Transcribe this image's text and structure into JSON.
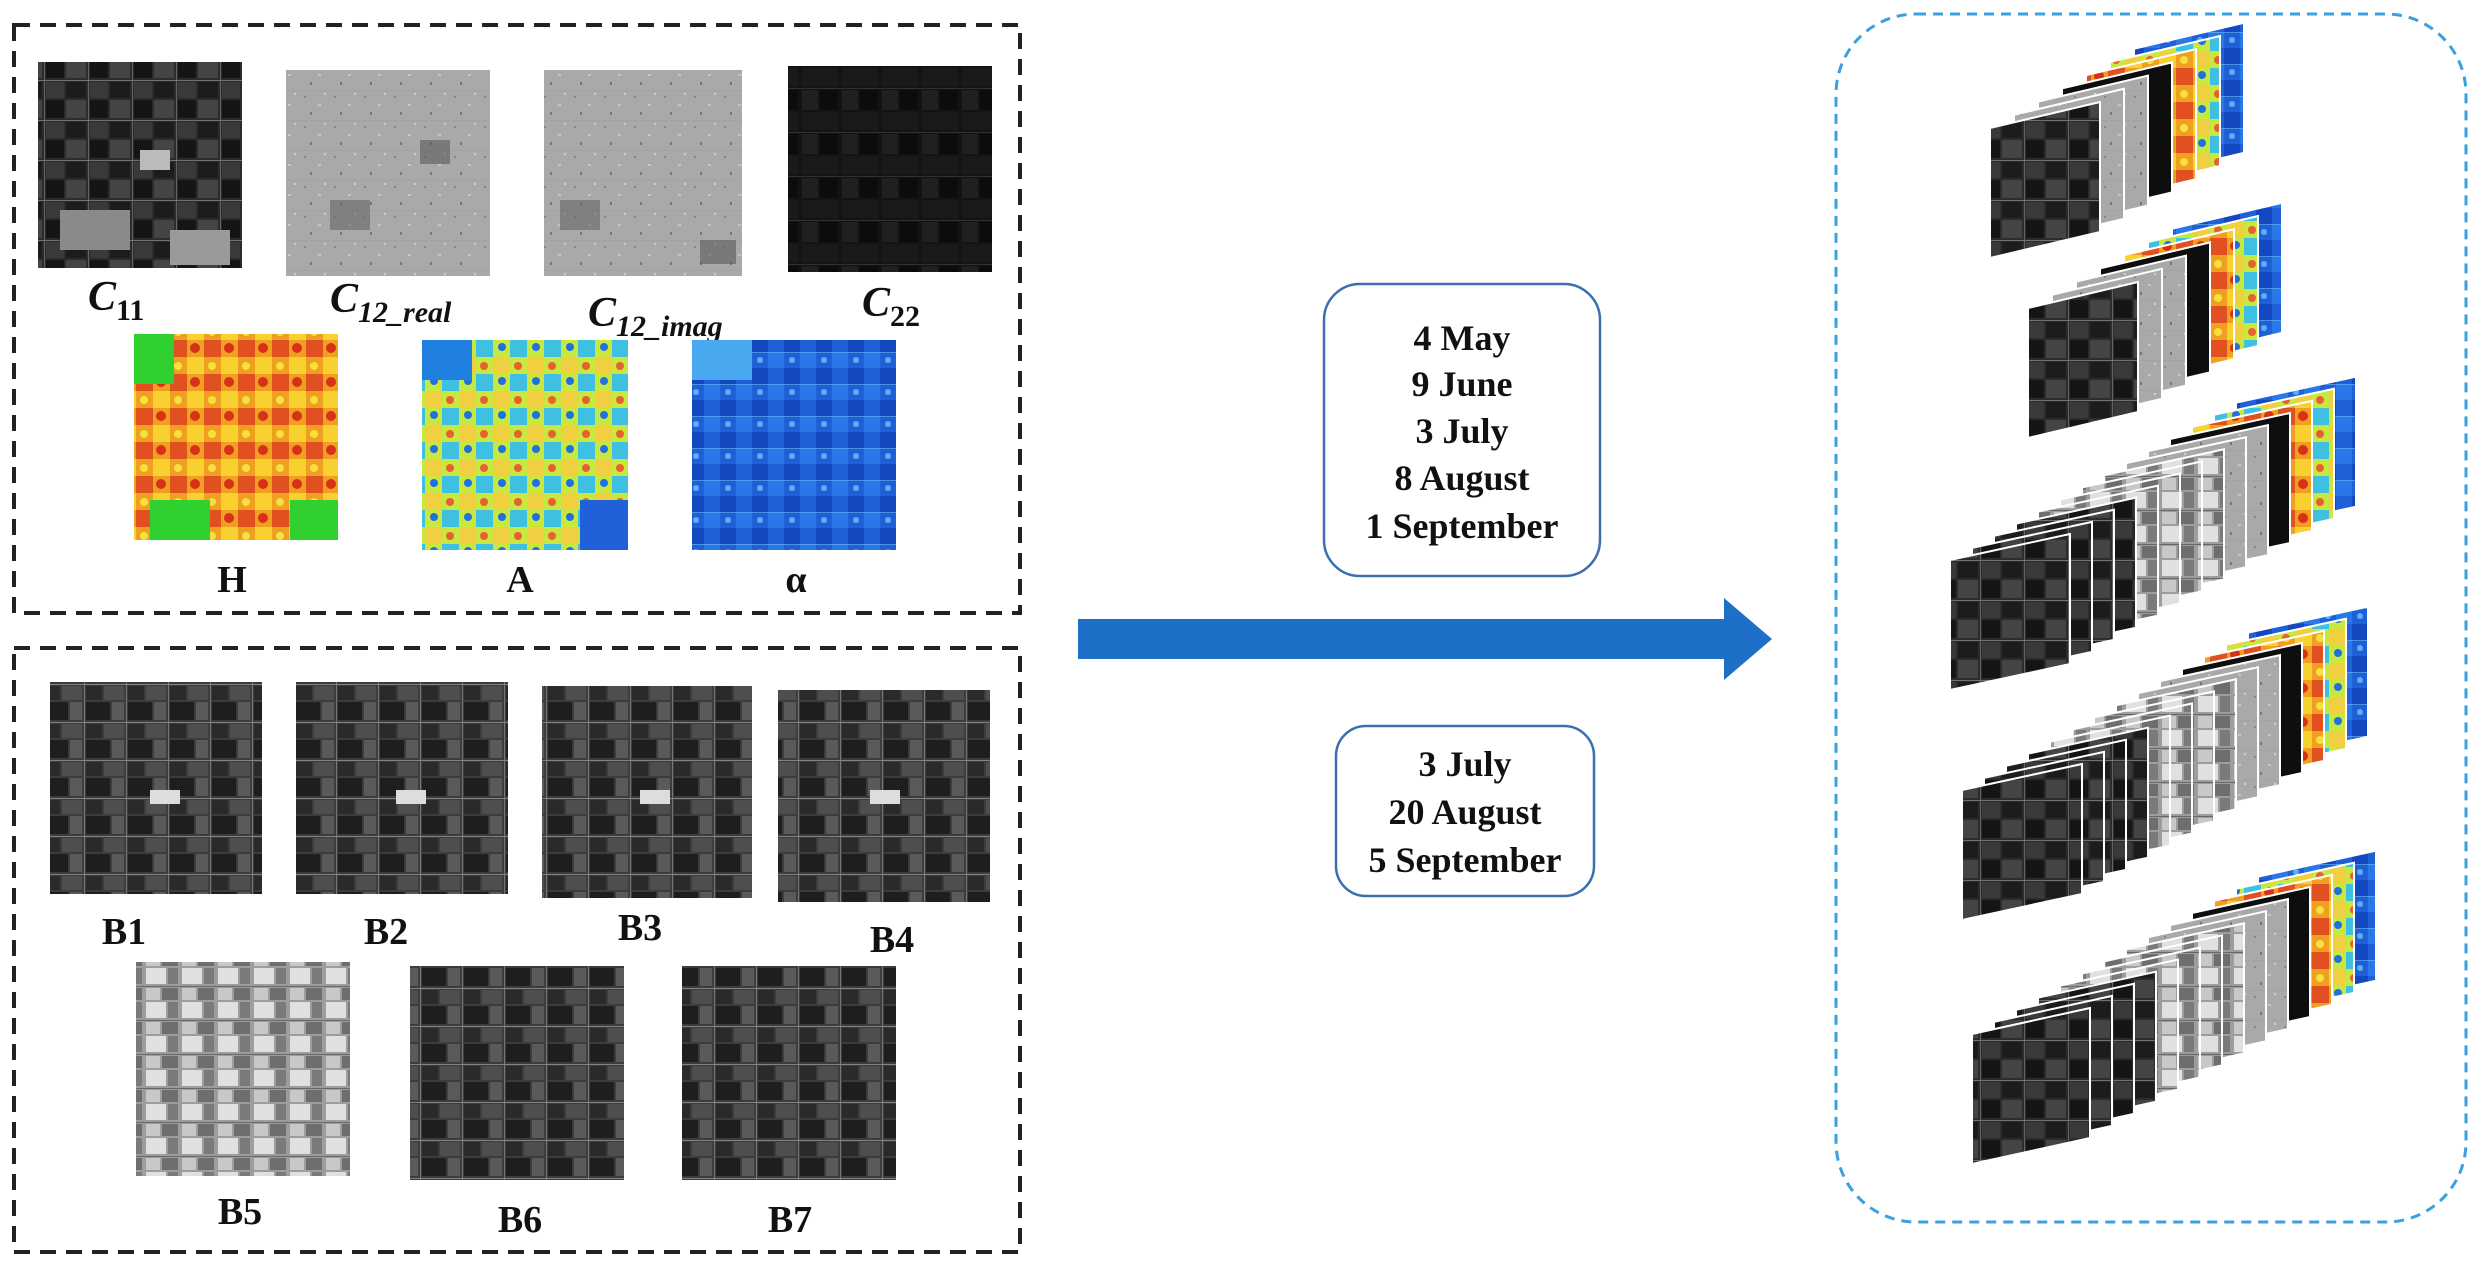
{
  "sar_panel": {
    "images": [
      {
        "label_main": "C",
        "label_sub": "11"
      },
      {
        "label_main": "C",
        "label_sub": "12_real"
      },
      {
        "label_main": "C",
        "label_sub": "12_imag"
      },
      {
        "label_main": "C",
        "label_sub": "22"
      }
    ],
    "decomposition": [
      {
        "label": "H"
      },
      {
        "label": "A"
      },
      {
        "label": "α"
      }
    ]
  },
  "optical_panel": {
    "bands": [
      {
        "label": "B1"
      },
      {
        "label": "B2"
      },
      {
        "label": "B3"
      },
      {
        "label": "B4"
      },
      {
        "label": "B5"
      },
      {
        "label": "B6"
      },
      {
        "label": "B7"
      }
    ]
  },
  "sar_dates": [
    "4 May",
    "9 June",
    "3 July",
    "8 August",
    "1 September"
  ],
  "optical_dates": [
    "3 July",
    "20 August",
    "5 September"
  ],
  "colors": {
    "arrow": "#1e6fc8",
    "dashed_panel": "#222222",
    "stack_frame": "#3aa0e0",
    "date_box_border": "#3a6fb0"
  }
}
